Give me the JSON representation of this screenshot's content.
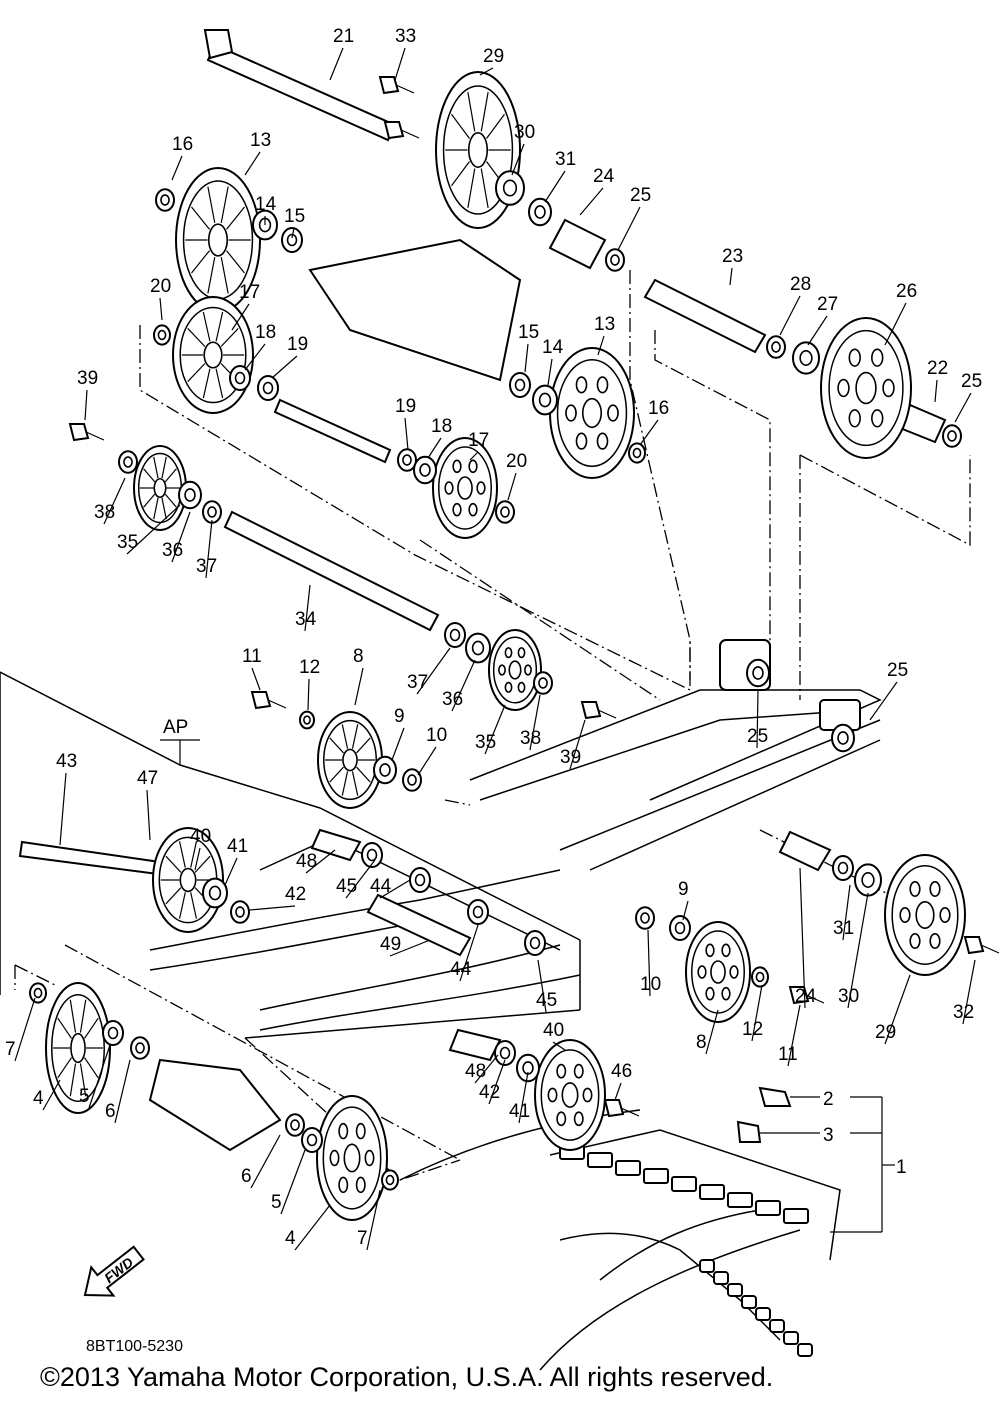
{
  "diagram": {
    "labels": [
      "1",
      "2",
      "3",
      "4",
      "5",
      "6",
      "7",
      "8",
      "9",
      "10",
      "11",
      "12",
      "13",
      "14",
      "15",
      "16",
      "17",
      "18",
      "19",
      "20",
      "21",
      "22",
      "23",
      "24",
      "25",
      "26",
      "27",
      "28",
      "29",
      "30",
      "31",
      "32",
      "33",
      "34",
      "35",
      "36",
      "37",
      "38",
      "39",
      "40",
      "41",
      "42",
      "43",
      "44",
      "45",
      "46",
      "47",
      "48",
      "49"
    ],
    "assembly_label": "AP",
    "direction_label": "FWD"
  },
  "footer": {
    "catalog_code": "8BT100-5230",
    "copyright": "©2013 Yamaha Motor Corporation, U.S.A. All rights reserved."
  }
}
